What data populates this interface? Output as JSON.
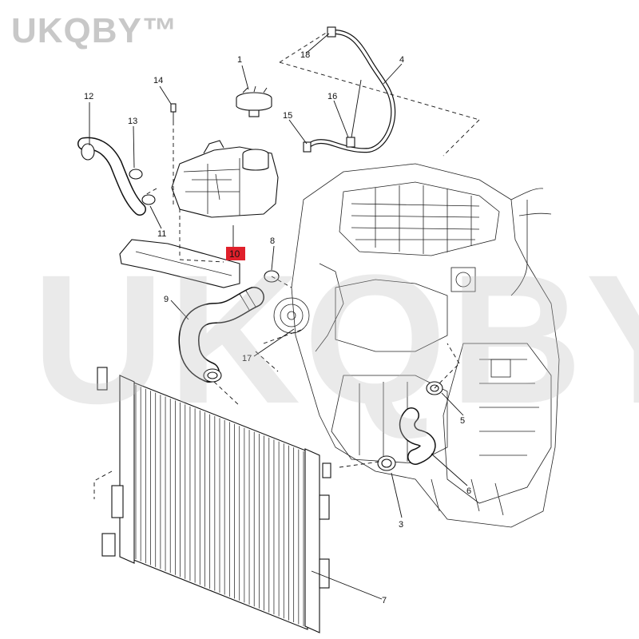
{
  "watermark": {
    "top_left": "UKQBY™",
    "center": "UKQBY™"
  },
  "callouts": {
    "c1": "1",
    "c3": "3",
    "c4": "4",
    "c5": "5",
    "c6": "6",
    "c7": "7",
    "c8": "8",
    "c9": "9",
    "c10": "10",
    "c11": "11",
    "c12": "12",
    "c13": "13",
    "c14": "14",
    "c15": "15",
    "c16": "16",
    "c17": "17",
    "c18": "18"
  },
  "highlighted_part": "10",
  "colors": {
    "highlight": "#e0202b",
    "watermark": "#c8c8c8",
    "line": "#111111"
  }
}
